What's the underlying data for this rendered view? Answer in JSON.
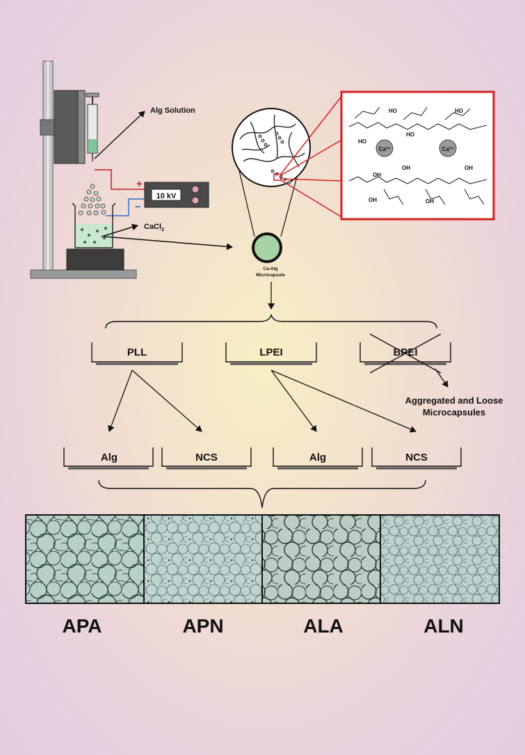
{
  "apparatus": {
    "alg_solution_label": "Alg Solution",
    "voltage_label": "10 kV",
    "plus_sign": "+",
    "minus_sign": "−",
    "cacl2_label": "CaCl",
    "cacl2_subscript": "2"
  },
  "microcapsule": {
    "label_line1": "Ca-Alg",
    "label_line2": "Microcapsule"
  },
  "chemistry": {
    "ca_ion_1": "Ca²⁺",
    "ca_ion_2": "Ca²⁺",
    "groups": [
      "HO",
      "HO",
      "HO",
      "HO",
      "OH",
      "OH",
      "OH",
      "OH",
      "OH"
    ]
  },
  "polycations": {
    "pll": "PLL",
    "lpei": "LPEI",
    "bpei": "BPEI",
    "bpei_note_line1": "Aggregated and Loose",
    "bpei_note_line2": "Microcapsules"
  },
  "coatings": {
    "alg_1": "Alg",
    "ncs_1": "NCS",
    "alg_2": "Alg",
    "ncs_2": "NCS"
  },
  "samples": [
    "APA",
    "APN",
    "ALA",
    "ALN"
  ],
  "colors": {
    "frame_red": "#d42020",
    "capsule_green": "#a6d4a6",
    "liquid_green": "#c9e8cf",
    "wire_red": "#c02020",
    "wire_blue": "#2a6fd0",
    "micrograph_base": "#b6cfc9"
  }
}
